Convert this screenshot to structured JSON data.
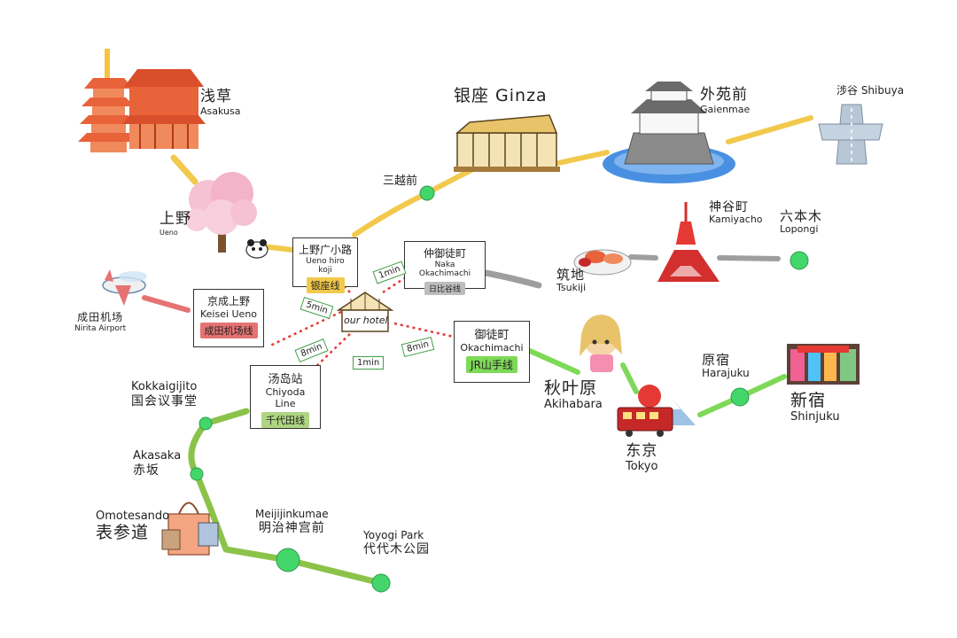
{
  "places": {
    "asakusa": {
      "cn": "浅草",
      "en": "Asakusa"
    },
    "ueno": {
      "cn": "上野",
      "en": "Ueno"
    },
    "ginza": {
      "title": "银座 Ginza"
    },
    "mitsukoshimae": {
      "cn": "三越前"
    },
    "gaienmae": {
      "cn": "外苑前",
      "en": "Gaienmae"
    },
    "shibuya": {
      "title": "涉谷 Shibuya"
    },
    "kamiyacho": {
      "cn": "神谷町",
      "en": "Kamiyacho"
    },
    "roppongi": {
      "cn": "六本木",
      "en": "Lopongi"
    },
    "tsukiji": {
      "cn": "筑地",
      "en": "Tsukiji"
    },
    "narita": {
      "cn": "成田机场",
      "en": "Nirita Airport"
    },
    "akihabara": {
      "cn": "秋叶原",
      "en": "Akihabara"
    },
    "tokyo": {
      "cn": "东京",
      "en": "Tokyo"
    },
    "harajuku": {
      "cn": "原宿",
      "en": "Harajuku"
    },
    "shinjuku": {
      "cn": "新宿",
      "en": "Shinjuku"
    },
    "kokkai": {
      "en": "Kokkaigijito",
      "cn": "国会议事堂"
    },
    "akasaka": {
      "en": "Akasaka",
      "cn": "赤坂"
    },
    "omotesando": {
      "en": "Omotesando",
      "cn": "表参道"
    },
    "meiji": {
      "en": "Meijijinkumae",
      "cn": "明治神宫前"
    },
    "yoyogi": {
      "en": "Yoyogi Park",
      "cn": "代代木公园"
    }
  },
  "stations": {
    "ueno_hirokoji": {
      "cn": "上野广小路",
      "en": "Ueno hiro koji",
      "line": "银座线"
    },
    "naka_okachimachi": {
      "cn": "仲御徒町",
      "en": "Naka Okachimachi",
      "line": "日比谷线"
    },
    "keisei_ueno": {
      "cn": "京成上野",
      "en": "Keisei Ueno",
      "line": "成田机场线"
    },
    "okachimachi": {
      "cn": "御徒町",
      "en": "Okachimachi",
      "line": "JR山手线"
    },
    "yushima": {
      "cn": "汤岛站",
      "en": "Chiyoda Line",
      "line": "千代田线"
    }
  },
  "hotel": {
    "label": "our hotel"
  },
  "walk_times": [
    "1min",
    "5min",
    "8min",
    "8min",
    "1min"
  ],
  "colors": {
    "ginza_line": "#f2c94c",
    "hibiya_line": "#9e9e9e",
    "narita_line": "#e57373",
    "yamanote_line": "#7ed957",
    "chiyoda_line": "#8bc34a",
    "station_dot": "#43d66a",
    "walk_path": "#e53935"
  },
  "icons": [
    "pagoda-icon",
    "cherry-tree-icon",
    "panda-icon",
    "ginza-building-icon",
    "castle-icon",
    "highway-icon",
    "tokyo-tower-icon",
    "seafood-icon",
    "airplane-icon",
    "anime-girl-icon",
    "train-fuji-icon",
    "shinjuku-street-icon",
    "shopping-bags-icon",
    "hotel-house-icon"
  ]
}
